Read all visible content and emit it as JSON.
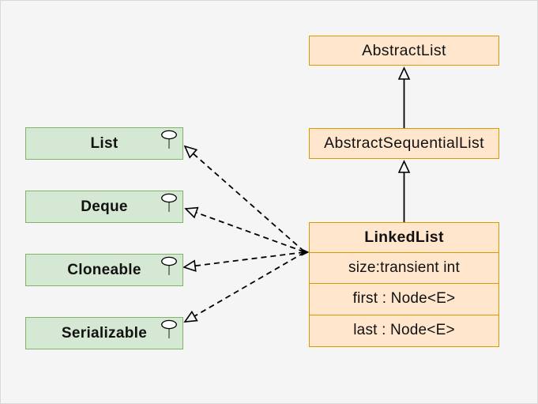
{
  "diagram": {
    "type": "uml-class-diagram",
    "background_color": "#f5f5f5",
    "classes": {
      "abstract_list": {
        "name": "AbstractList"
      },
      "abstract_sequential_list": {
        "name": "AbstractSequentialList"
      },
      "linked_list": {
        "name": "LinkedList",
        "fields": [
          "size:transient int",
          "first : Node<E>",
          "last : Node<E>"
        ]
      }
    },
    "interfaces": [
      {
        "name": "List",
        "icon": "pin-icon"
      },
      {
        "name": "Deque",
        "icon": "pin-icon"
      },
      {
        "name": "Cloneable",
        "icon": "pin-icon"
      },
      {
        "name": "Serializable",
        "icon": "pin-icon"
      }
    ],
    "relations": [
      {
        "from": "AbstractSequentialList",
        "to": "AbstractList",
        "type": "inheritance",
        "line": "solid",
        "arrowhead": "hollow-triangle"
      },
      {
        "from": "LinkedList",
        "to": "AbstractSequentialList",
        "type": "inheritance",
        "line": "solid",
        "arrowhead": "hollow-triangle"
      },
      {
        "from": "LinkedList",
        "to": "List",
        "type": "realization",
        "line": "dashed",
        "arrowhead": "hollow-triangle"
      },
      {
        "from": "LinkedList",
        "to": "Deque",
        "type": "realization",
        "line": "dashed",
        "arrowhead": "hollow-triangle"
      },
      {
        "from": "LinkedList",
        "to": "Cloneable",
        "type": "realization",
        "line": "dashed",
        "arrowhead": "hollow-triangle"
      },
      {
        "from": "LinkedList",
        "to": "Serializable",
        "type": "realization",
        "line": "dashed",
        "arrowhead": "hollow-triangle"
      }
    ],
    "colors": {
      "class_fill": "#ffe6cc",
      "class_border": "#d79b00",
      "interface_fill": "#d5e8d4",
      "interface_border": "#82b366",
      "edge": "#000000",
      "text": "#111111"
    }
  }
}
